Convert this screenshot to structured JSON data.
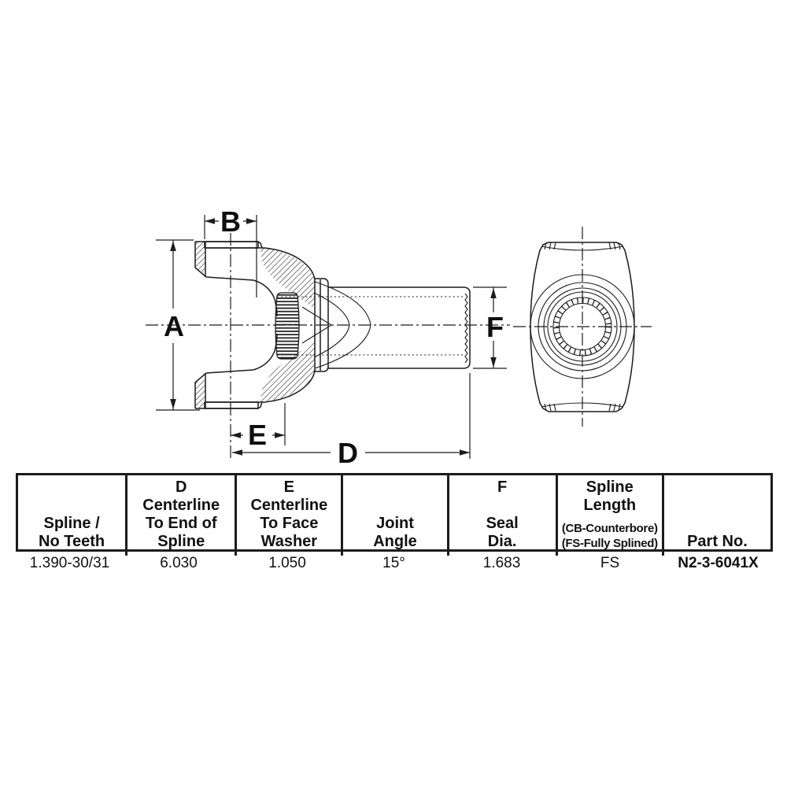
{
  "colors": {
    "ink": "#1a1a1a",
    "background": "#ffffff"
  },
  "drawing": {
    "labels": {
      "A": "A",
      "B": "B",
      "D": "D",
      "E": "E",
      "F": "F"
    }
  },
  "table": {
    "columns": [
      {
        "header_top": "",
        "header": "Spline /\nNo Teeth",
        "header_sub": "",
        "value": "1.390-30/31"
      },
      {
        "header_top": "D",
        "header": "Centerline\nTo End of\nSpline",
        "header_sub": "",
        "value": "6.030"
      },
      {
        "header_top": "E",
        "header": "Centerline\nTo Face\nWasher",
        "header_sub": "",
        "value": "1.050"
      },
      {
        "header_top": "",
        "header": "Joint\nAngle",
        "header_sub": "",
        "value": "15°"
      },
      {
        "header_top": "F",
        "header": "Seal\nDia.",
        "header_sub": "",
        "value": "1.683"
      },
      {
        "header_top": "Spline\nLength",
        "header": "",
        "header_sub": "(CB-Counterbore)\n(FS-Fully Splined)",
        "value": "FS"
      },
      {
        "header_top": "",
        "header": "Part No.",
        "header_sub": "",
        "value": "N2-3-6041X"
      }
    ]
  }
}
